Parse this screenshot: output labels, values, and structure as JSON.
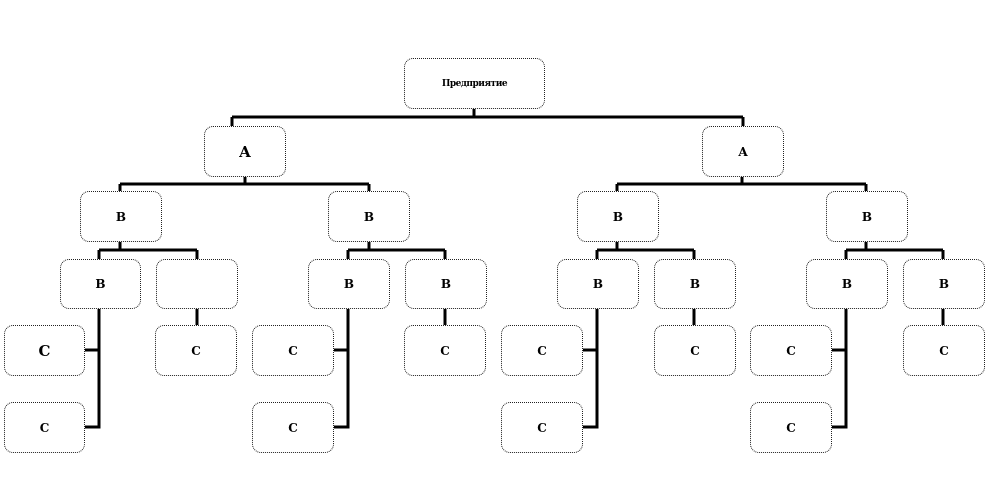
{
  "root": {
    "label": "Предприятие"
  },
  "level_a": [
    {
      "label": "A"
    },
    {
      "label": "A"
    }
  ],
  "level_b1": [
    {
      "label": "В"
    },
    {
      "label": "В"
    },
    {
      "label": "В"
    },
    {
      "label": "В"
    }
  ],
  "level_b2": [
    {
      "label": "В"
    },
    {
      "label": ""
    },
    {
      "label": "В"
    },
    {
      "label": "В"
    },
    {
      "label": "В"
    },
    {
      "label": "В"
    },
    {
      "label": "В"
    },
    {
      "label": "В"
    }
  ],
  "level_c1": [
    {
      "label": "С"
    },
    {
      "label": "С"
    },
    {
      "label": "С"
    },
    {
      "label": "С"
    },
    {
      "label": "С"
    },
    {
      "label": "С"
    },
    {
      "label": "С"
    },
    {
      "label": "С"
    }
  ],
  "level_c2": [
    {
      "label": "С"
    },
    {
      "label": "С"
    },
    {
      "label": "С"
    },
    {
      "label": "С"
    }
  ]
}
